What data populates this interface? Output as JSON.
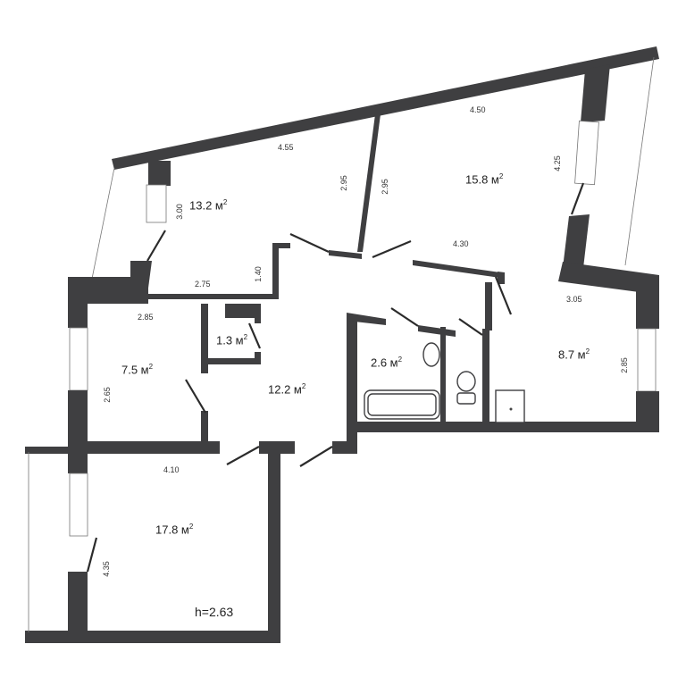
{
  "plan": {
    "wall_color": "#3f3f41",
    "ceiling_height": "h=2.63",
    "rooms": [
      {
        "id": "room-13",
        "area": "13.2 м",
        "dims": [
          "4.55",
          "2.95",
          "3.00",
          "2.75",
          "1.40"
        ]
      },
      {
        "id": "room-15",
        "area": "15.8 м",
        "dims": [
          "4.50",
          "2.95",
          "4.25",
          "4.30"
        ]
      },
      {
        "id": "bedroom-7",
        "area": "7.5 м",
        "dims": [
          "2.85",
          "2.65"
        ]
      },
      {
        "id": "closet",
        "area": "1.3 м",
        "dims": []
      },
      {
        "id": "hallway",
        "area": "12.2 м",
        "dims": []
      },
      {
        "id": "bathroom",
        "area": "2.6 м",
        "dims": []
      },
      {
        "id": "kitchen",
        "area": "8.7 м",
        "dims": [
          "3.05",
          "2.85"
        ]
      },
      {
        "id": "living",
        "area": "17.8 м",
        "dims": [
          "4.10",
          "4.35"
        ]
      }
    ],
    "unit_sup": "2"
  }
}
